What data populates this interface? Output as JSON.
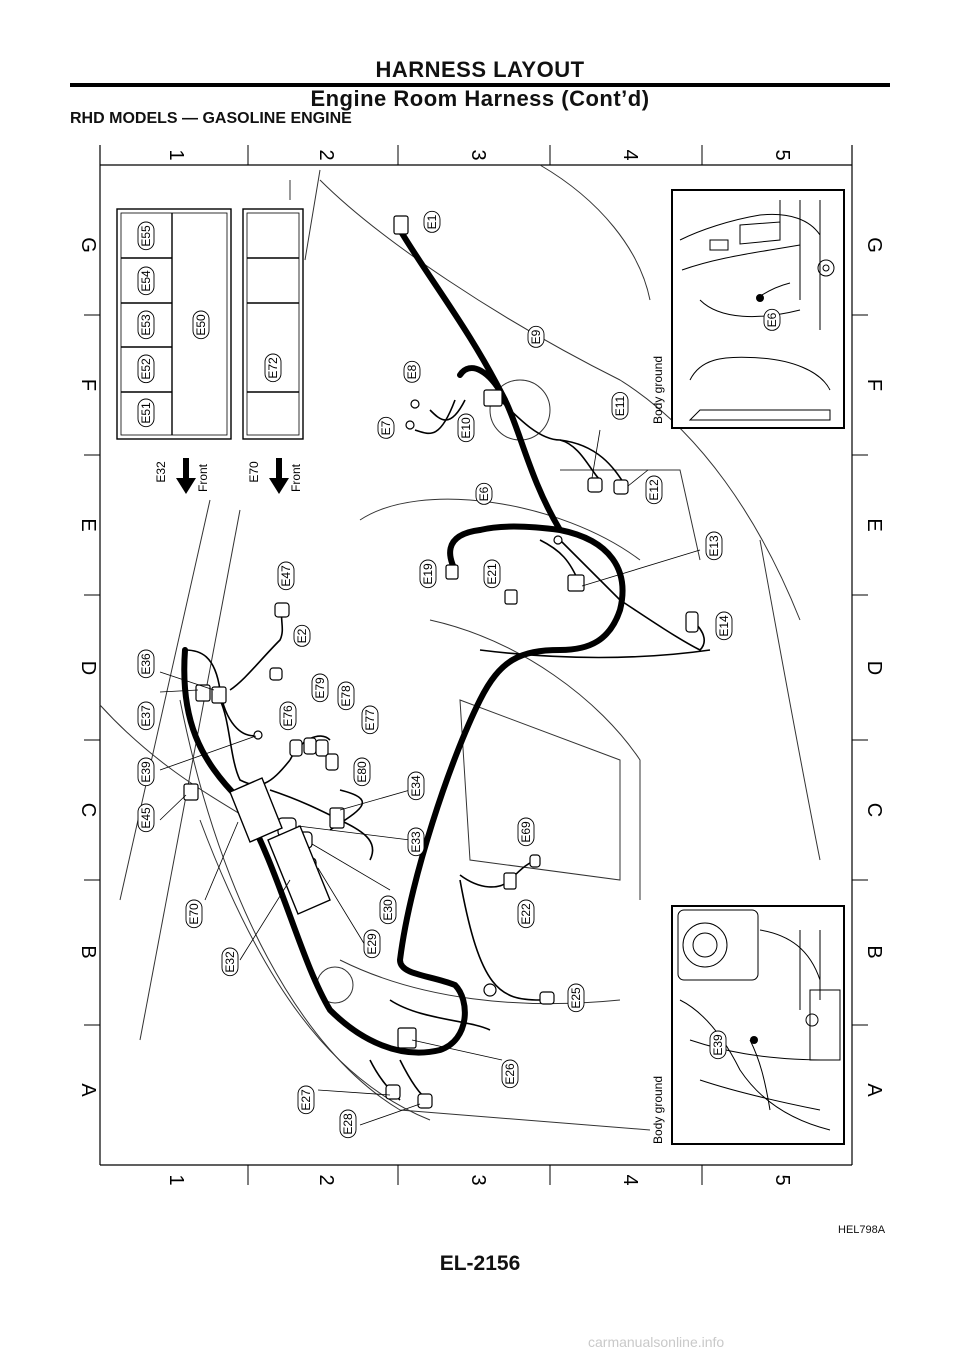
{
  "header": {
    "title": "HARNESS LAYOUT",
    "subtitle": "Engine Room Harness (Cont’d)"
  },
  "section_title": "RHD MODELS — GASOLINE ENGINE",
  "figure_id": "HEL798A",
  "page_number": "EL-2156",
  "watermark": "carmanualsonline.info",
  "grid": {
    "columns": [
      "1",
      "2",
      "3",
      "4",
      "5"
    ],
    "rows": [
      "G",
      "F",
      "E",
      "D",
      "C",
      "B",
      "A"
    ]
  },
  "front_label": "Front",
  "inset_label": "Body ground",
  "relay_box_1": {
    "id": "E32",
    "slots": [
      "E51",
      "E52",
      "E53",
      "E54",
      "E55"
    ],
    "main": "E50"
  },
  "relay_box_2": {
    "id": "E70",
    "main": "E72"
  },
  "inset_top": {
    "connector": "E6"
  },
  "inset_bottom": {
    "connector": "E39"
  },
  "connectors": {
    "e1": "E1",
    "e2": "E2",
    "e6": "E6",
    "e7": "E7",
    "e8": "E8",
    "e9": "E9",
    "e10": "E10",
    "e11": "E11",
    "e12": "E12",
    "e13": "E13",
    "e14": "E14",
    "e19": "E19",
    "e21": "E21",
    "e22": "E22",
    "e25": "E25",
    "e26": "E26",
    "e27": "E27",
    "e28": "E28",
    "e29": "E29",
    "e30": "E30",
    "e32": "E32",
    "e33": "E33",
    "e34": "E34",
    "e36": "E36",
    "e37": "E37",
    "e39": "E39",
    "e45": "E45",
    "e47": "E47",
    "e69": "E69",
    "e70": "E70",
    "e76": "E76",
    "e77": "E77",
    "e78": "E78",
    "e79": "E79",
    "e80": "E80"
  }
}
